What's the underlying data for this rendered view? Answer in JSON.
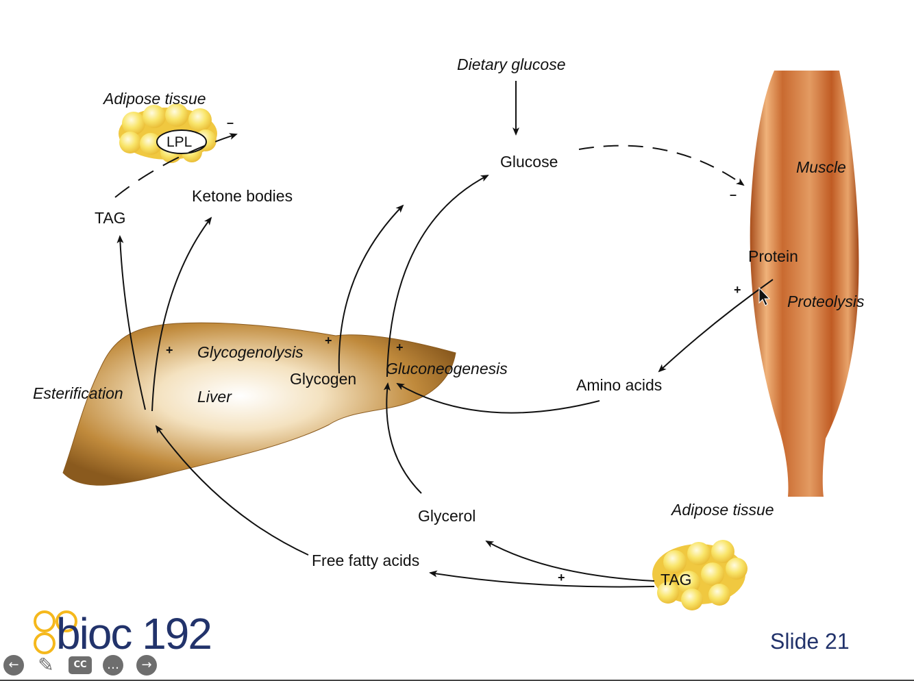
{
  "labels": {
    "dietary_glucose": "Dietary glucose",
    "adipose_tissue_top": "Adipose tissue",
    "lpl": "LPL",
    "glucose": "Glucose",
    "muscle": "Muscle",
    "ketone_bodies": "Ketone bodies",
    "tag_top": "TAG",
    "protein": "Protein",
    "proteolysis": "Proteolysis",
    "glycogenolysis": "Glycogenolysis",
    "glycogen": "Glycogen",
    "gluconeogenesis": "Gluconeogenesis",
    "esterification": "Esterification",
    "liver": "Liver",
    "amino_acids": "Amino acids",
    "adipose_tissue_bottom": "Adipose tissue",
    "glycerol": "Glycerol",
    "free_fatty_acids": "Free fatty acids",
    "tag_bottom": "TAG"
  },
  "signs": {
    "minus": "–",
    "plus": "+"
  },
  "logo": {
    "text": "bioc 192"
  },
  "slide": {
    "label": "Slide 21"
  },
  "controls": [
    {
      "name": "previous-icon",
      "glyph": "←"
    },
    {
      "name": "pen-icon",
      "glyph": "✎"
    },
    {
      "name": "closed-captions-icon",
      "glyph": "CC"
    },
    {
      "name": "more-icon",
      "glyph": "…"
    },
    {
      "name": "next-icon",
      "glyph": "→"
    }
  ],
  "colors": {
    "text": "#111111",
    "brand": "#22336b",
    "logo_accent": "#f5b81c",
    "liver": "#b07a30",
    "muscle": "#c2612a",
    "fat": "#f7dc52"
  }
}
